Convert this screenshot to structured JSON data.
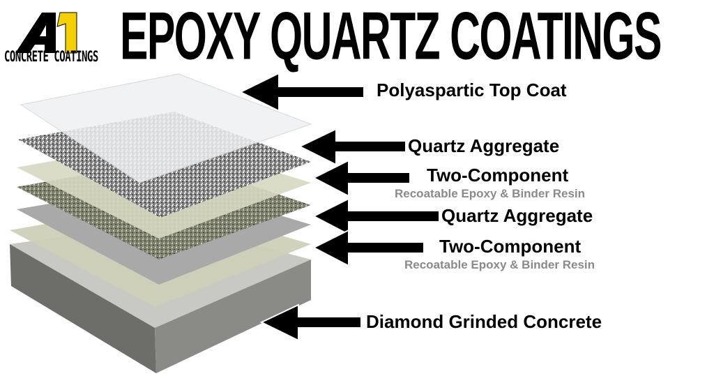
{
  "logo": {
    "mark": "A1",
    "tagline": "CONCRETE COATINGS",
    "accent": "#f5d000"
  },
  "title": "EPOXY QUARTZ COATINGS",
  "layers": [
    {
      "label": "Polyaspartic Top Coat"
    },
    {
      "label": "Quartz Aggregate"
    },
    {
      "label": "Two-Component",
      "sublabel": "Recoatable Epoxy & Binder Resin"
    },
    {
      "label": "Quartz Aggregate"
    },
    {
      "label": "Two-Component",
      "sublabel": "Recoatable Epoxy & Binder Resin"
    },
    {
      "label": "Diamond Grinded Concrete"
    }
  ]
}
